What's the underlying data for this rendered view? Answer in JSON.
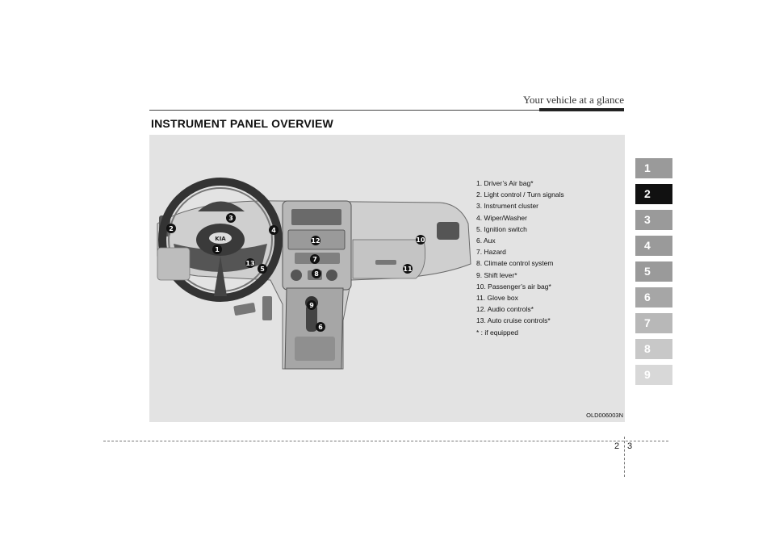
{
  "header": {
    "title": "Your vehicle at a glance"
  },
  "section": {
    "title": "INSTRUMENT PANEL OVERVIEW"
  },
  "figure": {
    "code": "OLD006003N",
    "legend": [
      "1. Driver’s Air bag*",
      "2. Light control / Turn signals",
      "3. Instrument cluster",
      "4. Wiper/Washer",
      "5. Ignition switch",
      "6. Aux",
      "7. Hazard",
      "8. Climate control system",
      "9. Shift lever*",
      "10. Passenger’s air bag*",
      "11. Glove box",
      "12. Audio controls*",
      "13. Auto cruise controls*",
      "* : if equipped"
    ],
    "callouts": [
      "1",
      "2",
      "3",
      "4",
      "5",
      "6",
      "7",
      "8",
      "9",
      "10",
      "11",
      "12",
      "13"
    ],
    "logo_text": "KIA"
  },
  "tabs": [
    {
      "label": "1",
      "color": "#9a9a9a"
    },
    {
      "label": "2",
      "color": "#111111"
    },
    {
      "label": "3",
      "color": "#9a9a9a"
    },
    {
      "label": "4",
      "color": "#9a9a9a"
    },
    {
      "label": "5",
      "color": "#9a9a9a"
    },
    {
      "label": "6",
      "color": "#a6a6a6"
    },
    {
      "label": "7",
      "color": "#b8b8b8"
    },
    {
      "label": "8",
      "color": "#c8c8c8"
    },
    {
      "label": "9",
      "color": "#d8d8d8"
    }
  ],
  "page": {
    "chapter": "2",
    "number": "3"
  }
}
